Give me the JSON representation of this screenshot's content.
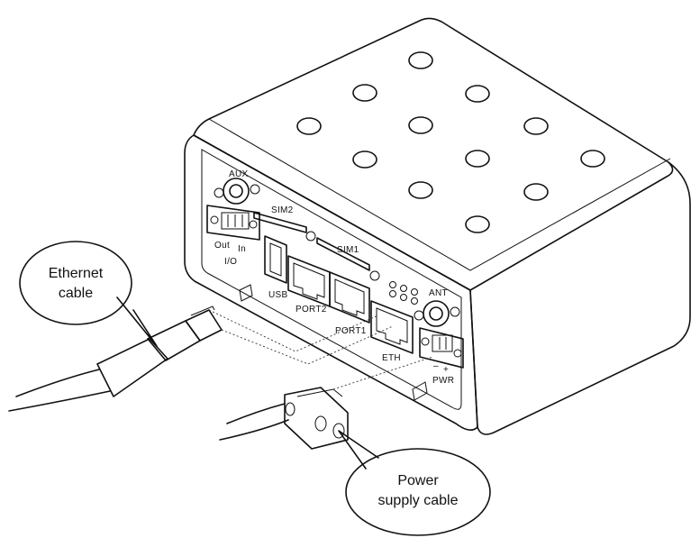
{
  "callouts": {
    "ethernet": {
      "line1": "Ethernet",
      "line2": "cable"
    },
    "power": {
      "line1": "Power",
      "line2": "supply cable"
    }
  },
  "labels": {
    "aux": "AUX",
    "sim2": "SIM2",
    "sim1": "SIM1",
    "usb": "USB",
    "port2": "PORT2",
    "port1": "PORT1",
    "eth": "ETH",
    "ant": "ANT",
    "io": "I/O",
    "io_out": "Out",
    "io_in": "In",
    "pwr": "PWR",
    "pwr_minus": "–",
    "pwr_plus": "+"
  }
}
